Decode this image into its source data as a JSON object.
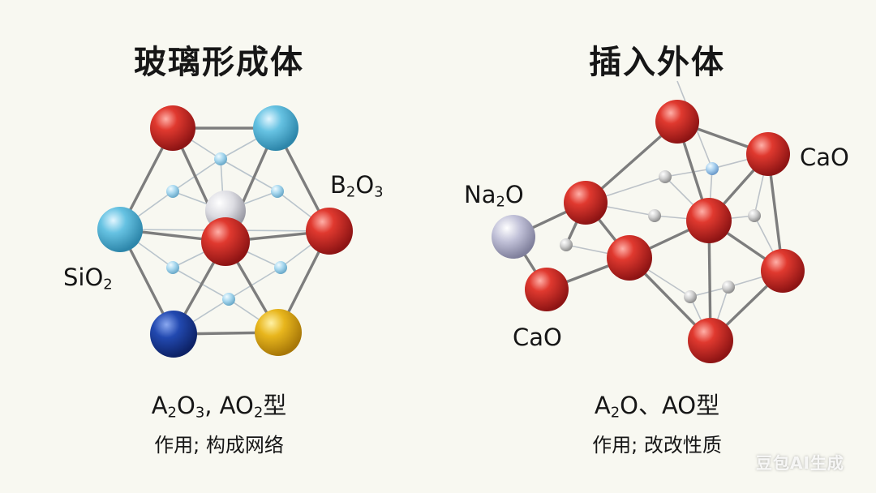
{
  "left": {
    "title": "玻璃形成体",
    "label_b2o3": {
      "base1": "B",
      "sub1": "2",
      "base2": "O",
      "sub2": "3"
    },
    "label_sio2": {
      "base1": "SiO",
      "sub1": "2"
    },
    "caption": {
      "p1": "A",
      "s1": "2",
      "p2": "O",
      "s2": "3",
      "p3": ", AO",
      "s3": "2",
      "p4": "型"
    },
    "subcaption": "作用; 构成网络"
  },
  "right": {
    "title": "插入外体",
    "label_na2o": {
      "base1": "Na",
      "sub1": "2",
      "base2": "O"
    },
    "label_cao_top": "CaO",
    "label_cao_bottom": "CaO",
    "caption": {
      "p1": "A",
      "s1": "2",
      "p2": "O、AO型"
    },
    "subcaption": "作用; 改改性质"
  },
  "watermark": "豆包AI生成",
  "colors": {
    "red_atom": "#d42a2a",
    "light_blue_atom": "#62bedf",
    "dark_blue_atom": "#1d44a8",
    "yellow_atom": "#e4b21b",
    "white_atom": "#d9d9e0",
    "lavender_atom": "#b7b7cf",
    "bond": "#7b7b7b",
    "background": "#f8f8f1"
  }
}
